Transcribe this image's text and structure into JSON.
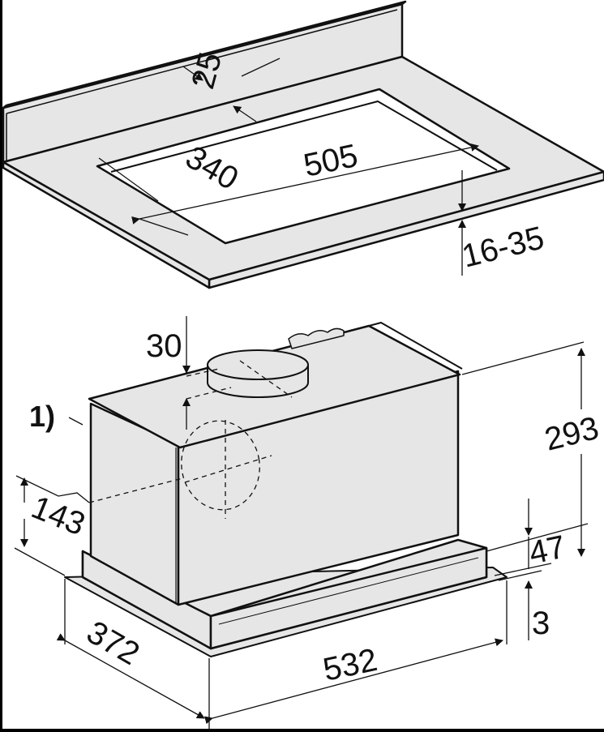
{
  "figure": {
    "colors": {
      "fill": "#e6e6e6",
      "line": "#111111",
      "background": "#ffffff",
      "frame": "#000000"
    },
    "countertop_cutout": {
      "dimensions": {
        "depth": "340",
        "width": "505",
        "rear_margin": "25",
        "thickness": "16-35"
      }
    },
    "hood": {
      "dimensions": {
        "duct_offset": "30",
        "height": "293",
        "side_outlet_height": "143",
        "base_height": "47",
        "flange": "3",
        "depth": "372",
        "width": "532"
      },
      "note_marker": "1)"
    }
  }
}
